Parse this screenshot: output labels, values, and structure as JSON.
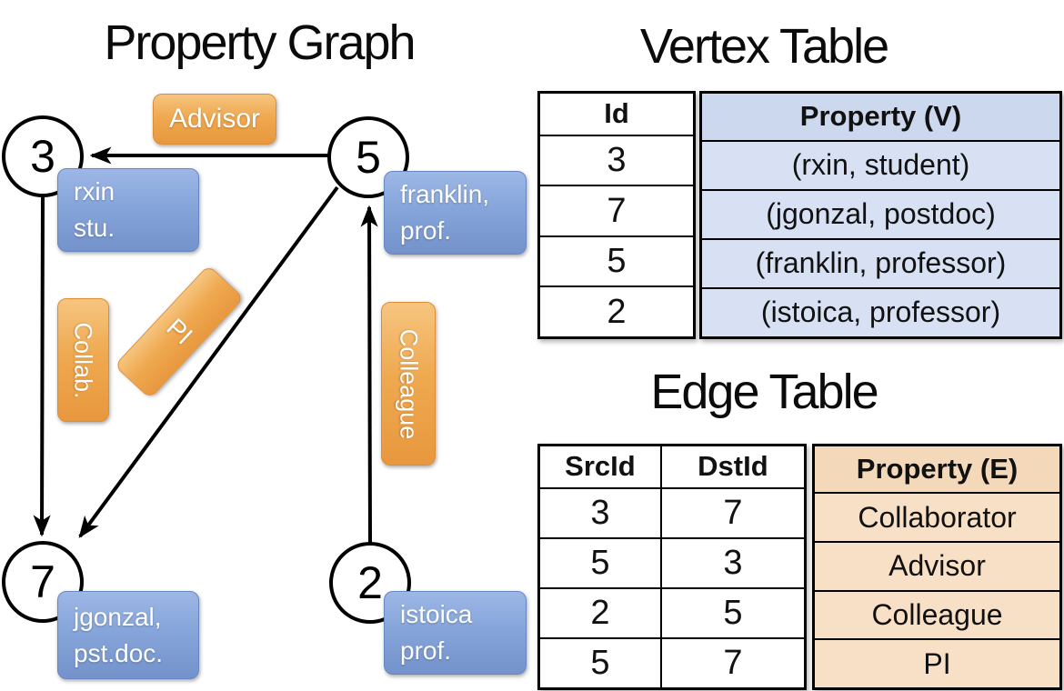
{
  "graph": {
    "title": "Property Graph",
    "nodes": [
      {
        "id": "3",
        "prop_line1": "rxin",
        "prop_line2": "stu."
      },
      {
        "id": "5",
        "prop_line1": "franklin,",
        "prop_line2": "prof."
      },
      {
        "id": "7",
        "prop_line1": "jgonzal,",
        "prop_line2": "pst.doc."
      },
      {
        "id": "2",
        "prop_line1": "istoica",
        "prop_line2": "prof."
      }
    ],
    "edges": [
      {
        "src": "5",
        "dst": "3",
        "label": "Advisor"
      },
      {
        "src": "3",
        "dst": "7",
        "label": "Collab."
      },
      {
        "src": "5",
        "dst": "7",
        "label": "PI"
      },
      {
        "src": "2",
        "dst": "5",
        "label": "Colleague"
      }
    ]
  },
  "vertex_table": {
    "title": "Vertex Table",
    "columns": {
      "id": "Id",
      "property": "Property (V)"
    },
    "rows": [
      {
        "id": "3",
        "property": "(rxin, student)"
      },
      {
        "id": "7",
        "property": "(jgonzal, postdoc)"
      },
      {
        "id": "5",
        "property": "(franklin, professor)"
      },
      {
        "id": "2",
        "property": "(istoica, professor)"
      }
    ]
  },
  "edge_table": {
    "title": "Edge Table",
    "columns": {
      "src": "SrcId",
      "dst": "DstId",
      "property": "Property (E)"
    },
    "rows": [
      {
        "src": "3",
        "dst": "7",
        "property": "Collaborator"
      },
      {
        "src": "5",
        "dst": "3",
        "property": "Advisor"
      },
      {
        "src": "2",
        "dst": "5",
        "property": "Colleague"
      },
      {
        "src": "5",
        "dst": "7",
        "property": "PI"
      }
    ]
  },
  "colors": {
    "edge_label_orange": "#EA9B42",
    "vertex_label_blue": "#84A3D8",
    "vertex_property_bg": "#D7E1F3",
    "edge_property_bg": "#F8E0C6",
    "line_black": "#000000"
  }
}
